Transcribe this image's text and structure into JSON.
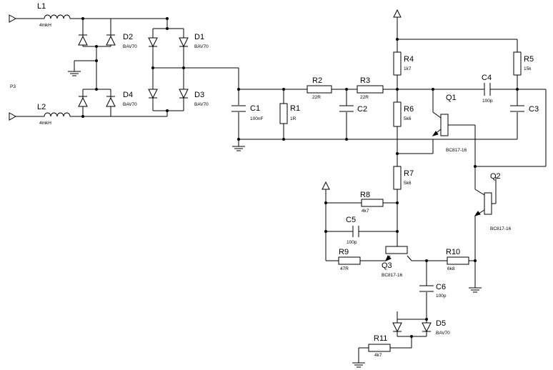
{
  "port": "P3",
  "components": {
    "L1": {
      "ref": "L1",
      "value": "4mkH"
    },
    "L2": {
      "ref": "L2",
      "value": "4mkH"
    },
    "D1": {
      "ref": "D1",
      "value": "BAV70"
    },
    "D2": {
      "ref": "D2",
      "value": "BAV70"
    },
    "D3": {
      "ref": "D3",
      "value": "BAV70"
    },
    "D4": {
      "ref": "D4",
      "value": "BAV70"
    },
    "D5": {
      "ref": "D5",
      "value": "BAV70"
    },
    "C1": {
      "ref": "C1",
      "value": "100nF"
    },
    "C2": {
      "ref": "C2",
      "value": ""
    },
    "C3": {
      "ref": "C3",
      "value": ""
    },
    "C4": {
      "ref": "C4",
      "value": "100p"
    },
    "C5": {
      "ref": "C5",
      "value": "100p"
    },
    "C6": {
      "ref": "C6",
      "value": "100p"
    },
    "R1": {
      "ref": "R1",
      "value": "1R"
    },
    "R2": {
      "ref": "R2",
      "value": "22R"
    },
    "R3": {
      "ref": "R3",
      "value": "22R"
    },
    "R4": {
      "ref": "R4",
      "value": "1k7"
    },
    "R5": {
      "ref": "R5",
      "value": "15k"
    },
    "R6": {
      "ref": "R6",
      "value": "5k6"
    },
    "R7": {
      "ref": "R7",
      "value": "5k6"
    },
    "R8": {
      "ref": "R8",
      "value": "4k7"
    },
    "R9": {
      "ref": "R9",
      "value": "47R"
    },
    "R10": {
      "ref": "R10",
      "value": "6k8"
    },
    "R11": {
      "ref": "R11",
      "value": "4k7"
    },
    "Q1": {
      "ref": "Q1",
      "value": "BC817-16"
    },
    "Q2": {
      "ref": "Q2",
      "value": "BC817-16"
    },
    "Q3": {
      "ref": "Q3",
      "value": "BC817-16"
    }
  }
}
